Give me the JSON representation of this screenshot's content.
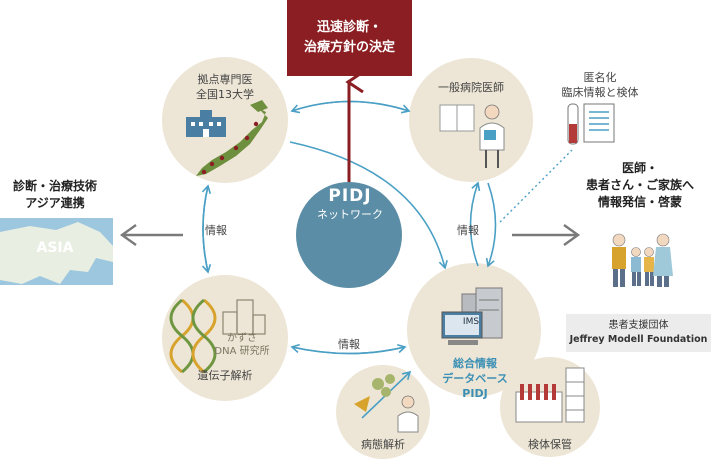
{
  "top_box": {
    "line1": "迅速診断・",
    "line2": "治療方針の決定"
  },
  "center": {
    "title": "PIDJ",
    "subtitle": "ネットワーク"
  },
  "nodes": {
    "universities": {
      "line1": "拠点専門医",
      "line2": "全国13大学"
    },
    "general_doctor": {
      "label": "一般病院医師"
    },
    "gene_analysis": {
      "label": "遺伝子解析",
      "inst_line1": "かずさ",
      "inst_line2": "DNA 研究所"
    },
    "database": {
      "line1": "総合情報",
      "line2": "データベース",
      "line3": "PIDJ",
      "server_tag": "IMS"
    },
    "pathology": {
      "label": "病態解析"
    },
    "specimen_storage": {
      "label": "検体保管"
    }
  },
  "edge_labels": {
    "left": "情報",
    "bottom": "情報",
    "right": "情報"
  },
  "anon_info": {
    "line1": "匿名化",
    "line2": "臨床情報と検体"
  },
  "asia": {
    "line1": "診断・治療技術",
    "line2": "アジア連携",
    "map_label": "ASIA"
  },
  "public_info": {
    "line1": "医師・",
    "line2": "患者さん・ご家族へ",
    "line3": "情報発信・啓蒙"
  },
  "support_group": {
    "line1": "患者支援団体",
    "line2": "Jeffrey Modell Foundation"
  },
  "colors": {
    "circle": "#ede6d6",
    "center": "#5b8ea6",
    "red": "#8b1e22",
    "arrow": "#4a9fc4",
    "gray_arrow": "#7a7a7a",
    "accent_blue": "#3b8fb4"
  }
}
